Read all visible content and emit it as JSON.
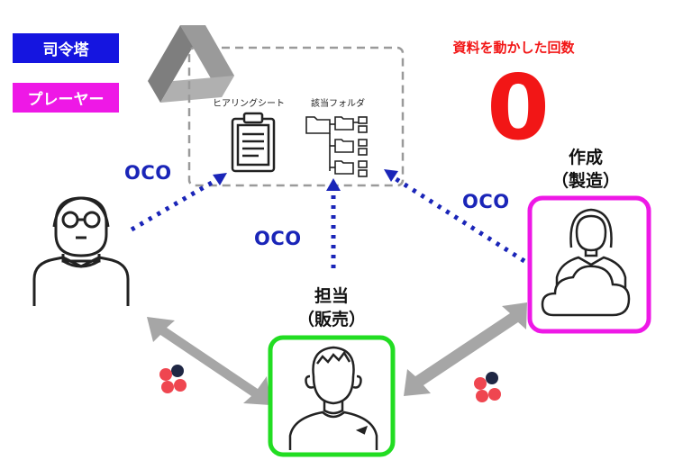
{
  "legend": {
    "commander": {
      "label": "司令塔",
      "color": "#1515e0"
    },
    "player": {
      "label": "プレーヤー",
      "color": "#ee18e6"
    }
  },
  "counter": {
    "title": "資料を動かした回数",
    "value": "0",
    "color": "#f21616"
  },
  "drive": {
    "icon": "google-drive-icon",
    "hearing_sheet_label": "ヒアリングシート",
    "folder_label": "該当フォルダ"
  },
  "oco_labels": [
    "OCO",
    "OCO",
    "OCO"
  ],
  "roles": {
    "manufacturing": {
      "line1": "作成",
      "line2": "（製造）",
      "frame_color": "#ee18e6"
    },
    "sales": {
      "line1": "担当",
      "line2": "（販売）",
      "frame_color": "#22dd22"
    }
  },
  "colors": {
    "dots": "#1a25b8",
    "arrows": "#a6a6a6",
    "icon_stroke": "#222222"
  }
}
